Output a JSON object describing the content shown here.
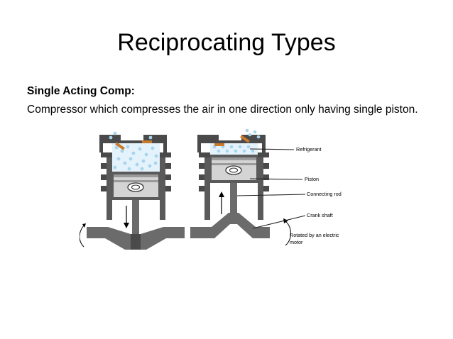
{
  "slide": {
    "title": "Reciprocating Types",
    "heading": "Single Acting Comp:",
    "body": "Compressor which compresses the air in one direction only having single piston."
  },
  "diagram": {
    "labels": {
      "refrigerant": "Refrigerant",
      "piston": "Piston",
      "connecting_rod": "Connecting rod",
      "crank_shaft": "Crank shaft",
      "motor_line1": "Rotated by an electric",
      "motor_line2": "motor"
    },
    "colors": {
      "metal_dark": "#4a4a4a",
      "metal_mid": "#6b6b6b",
      "piston_light": "#cfcfcf",
      "refrigerant": "#a9d4ee",
      "valve": "#c87a2c"
    }
  }
}
